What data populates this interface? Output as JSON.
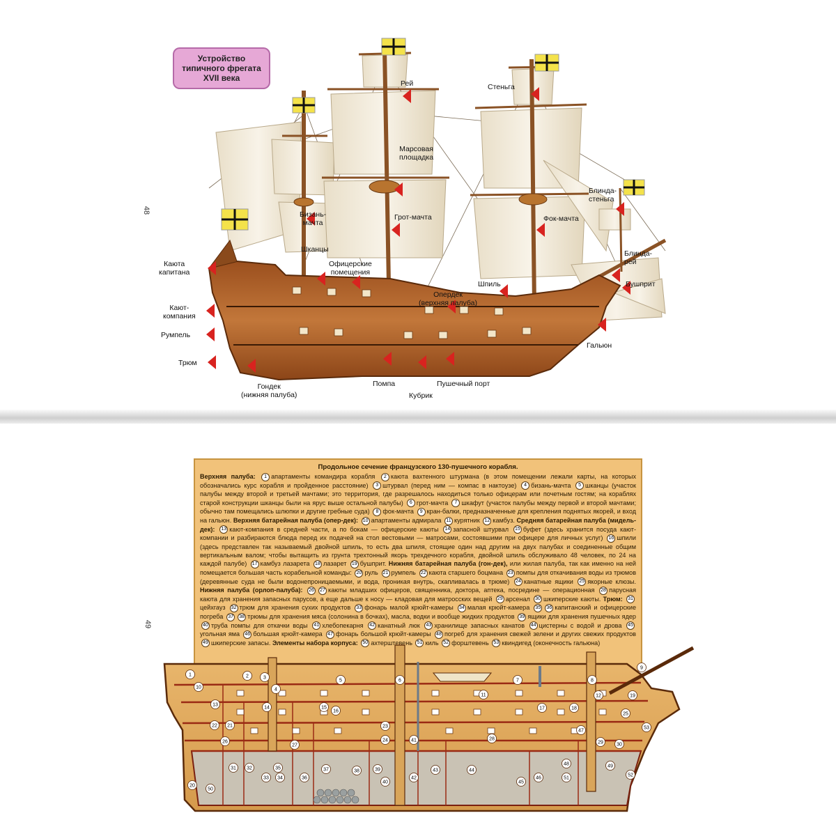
{
  "top_page": {
    "page_number": "48",
    "title": [
      "Устройство",
      "типичного фрегата",
      "XVII века"
    ],
    "labels": {
      "rei": [
        "Рей"
      ],
      "stenga": [
        "Стеньга"
      ],
      "marsovaya": [
        "Марсовая",
        "площадка"
      ],
      "blinda_stenga": [
        "Блинда-",
        "стеньга"
      ],
      "bizan": [
        "Бизань-",
        "мачта"
      ],
      "grot": [
        "Грот-мачта"
      ],
      "fok": [
        "Фок-мачта"
      ],
      "shkancy": [
        "Шканцы"
      ],
      "oficerskie": [
        "Офицерские",
        "помещения"
      ],
      "kayuta_kapitana": [
        "Каюта",
        "капитана"
      ],
      "blinda_rei": [
        "Блинда-",
        "рей"
      ],
      "bushprit": [
        "Бушприт"
      ],
      "shpil": [
        "Шпиль"
      ],
      "operdek": [
        "Опердек",
        "(верхняя палуба)"
      ],
      "kayut_kompaniya": [
        "Кают-",
        "компания"
      ],
      "rumpel": [
        "Румпель"
      ],
      "galyun": [
        "Гальюн"
      ],
      "trum": [
        "Трюм"
      ],
      "gondek": [
        "Гондек",
        "(нижняя палуба)"
      ],
      "pompa": [
        "Помпа"
      ],
      "pushechny_port": [
        "Пушечный порт"
      ],
      "kubrik": [
        "Кубрик"
      ]
    }
  },
  "bottom_page": {
    "page_number": "49",
    "legend": [
      {
        "t": "Продольное сечение французского 130-пушечного корабля.",
        "s": "hd"
      },
      {
        "t": "Верхняя палуба:",
        "s": "b"
      },
      {
        "n": "1"
      },
      {
        "t": "апартаменты командира корабля"
      },
      {
        "n": "2"
      },
      {
        "t": "каюта вахтенного штурмана (в этом помещении лежали карты, на которых обозначались курс корабля и пройденное расстояние)"
      },
      {
        "n": "3"
      },
      {
        "t": "штурвал (перед ним — компас в нактоузе)"
      },
      {
        "n": "4"
      },
      {
        "t": "бизань-мачта"
      },
      {
        "n": "5"
      },
      {
        "t": "шканцы (участок палубы между второй и третьей мачтами; это территория, где разрешалось находиться только офицерам или почетным гостям; на кораблях старой конструкции шканцы были на ярус выше остальной палубы)"
      },
      {
        "n": "6"
      },
      {
        "t": "грот-мачта"
      },
      {
        "n": "7"
      },
      {
        "t": "шкафут (участок палубы между первой и второй мачтами; обычно там помещались шлюпки и другие гребные суда)"
      },
      {
        "n": "8"
      },
      {
        "t": "фок-мачта"
      },
      {
        "n": "9"
      },
      {
        "t": "кран-балки, предназначенные для крепления поднятых якорей, и вход на гальюн."
      },
      {
        "t": "Верхняя батарейная палуба (опер-дек):",
        "s": "b"
      },
      {
        "n": "10"
      },
      {
        "t": "апартаменты адмирала"
      },
      {
        "n": "11"
      },
      {
        "t": "курятник"
      },
      {
        "n": "12"
      },
      {
        "t": "камбуз."
      },
      {
        "t": "Средняя батарейная палуба (мидель-дек):",
        "s": "b"
      },
      {
        "n": "13"
      },
      {
        "t": "кают-компания в средней части, а по бокам — офицерские каюты"
      },
      {
        "n": "14"
      },
      {
        "t": "запасной штурвал"
      },
      {
        "n": "15"
      },
      {
        "t": "буфет (здесь хранится посуда кают-компании и разбираются блюда перед их подачей на стол вестовыми — матросами, состоявшими при офицере для личных услуг)"
      },
      {
        "n": "16"
      },
      {
        "t": "шпили (здесь представлен так называемый двойной шпиль, то есть два шпиля, стоящие один над другим на двух палубах и соединенные общим вертикальным валом; чтобы вытащить из грунта трехтонный якорь трехдечного корабля, двойной шпиль обслуживало 48 человек, по 24 на каждой палубе)"
      },
      {
        "n": "17"
      },
      {
        "t": "камбуз лазарета"
      },
      {
        "n": "18"
      },
      {
        "t": "лазарет"
      },
      {
        "n": "19"
      },
      {
        "t": "бушприт."
      },
      {
        "t": "Нижняя батарейная палуба (гон-дек),",
        "s": "b"
      },
      {
        "t": "или жилая палуба, так как именно на ней помещается большая часть корабельной команды:"
      },
      {
        "n": "20"
      },
      {
        "t": "руль"
      },
      {
        "n": "21"
      },
      {
        "t": "румпель"
      },
      {
        "n": "22"
      },
      {
        "t": "каюта старшего боцмана"
      },
      {
        "n": "23"
      },
      {
        "t": "помпы для откачивания воды из трюмов (деревянные суда не были водонепроницаемыми, и вода, проникая внутрь, скапливалась в трюме)"
      },
      {
        "n": "24"
      },
      {
        "t": "канатные ящики"
      },
      {
        "n": "25"
      },
      {
        "t": "якорные клюзы."
      },
      {
        "t": "Нижняя палуба (орлоп-палуба):",
        "s": "b"
      },
      {
        "n": "26"
      },
      {
        "n": "27"
      },
      {
        "t": "каюты младших офицеров, священника, доктора, аптека, посредине — операционная"
      },
      {
        "n": "28"
      },
      {
        "t": "парусная каюта для хранения запасных парусов, а еще дальше к носу — кладовая для матросских вещей"
      },
      {
        "n": "29"
      },
      {
        "t": "арсенал"
      },
      {
        "n": "30"
      },
      {
        "t": "шкиперские каюты."
      },
      {
        "t": "Трюм:",
        "s": "b"
      },
      {
        "n": "31"
      },
      {
        "t": "цейхгауз"
      },
      {
        "n": "32"
      },
      {
        "t": "трюм для хранения сухих продуктов"
      },
      {
        "n": "33"
      },
      {
        "t": "фонарь малой крюйт-камеры"
      },
      {
        "n": "34"
      },
      {
        "t": "малая крюйт-камера"
      },
      {
        "n": "35"
      },
      {
        "n": "36"
      },
      {
        "t": "капитанский и офицерские погреба"
      },
      {
        "n": "37"
      },
      {
        "n": "38"
      },
      {
        "t": "трюмы для хранения мяса (солонина в бочках), масла, водки и вообще жидких продуктов"
      },
      {
        "n": "39"
      },
      {
        "t": "ящики для хранения пушечных ядер"
      },
      {
        "n": "40"
      },
      {
        "t": "труба помпы для откачки воды"
      },
      {
        "n": "41"
      },
      {
        "t": "хлебопекарня"
      },
      {
        "n": "42"
      },
      {
        "t": "канатный люк"
      },
      {
        "n": "43"
      },
      {
        "t": "хранилище запасных канатов"
      },
      {
        "n": "44"
      },
      {
        "t": "цистерны с водой и дрова"
      },
      {
        "n": "45"
      },
      {
        "t": "угольная яма"
      },
      {
        "n": "46"
      },
      {
        "t": "большая крюйт-камера"
      },
      {
        "n": "47"
      },
      {
        "t": "фонарь большой крюйт-камеры"
      },
      {
        "n": "48"
      },
      {
        "t": "погреб для хранения свежей зелени и других свежих продуктов"
      },
      {
        "n": "49"
      },
      {
        "t": "шкиперские запасы."
      },
      {
        "t": "Элементы набора корпуса:",
        "s": "b"
      },
      {
        "n": "50"
      },
      {
        "t": "ахтерштевень"
      },
      {
        "n": "51"
      },
      {
        "t": "киль"
      },
      {
        "n": "52"
      },
      {
        "t": "форштевень"
      },
      {
        "n": "53"
      },
      {
        "t": "квиндигед (оконечность гальюна)"
      }
    ]
  },
  "colors": {
    "title_bg": "#e6a8d6",
    "legend_bg": "#f1c27a",
    "hull": "#b0642a",
    "sail": "#f3ecdc",
    "arrow": "#d8231f",
    "flag": "#f4e24a"
  }
}
